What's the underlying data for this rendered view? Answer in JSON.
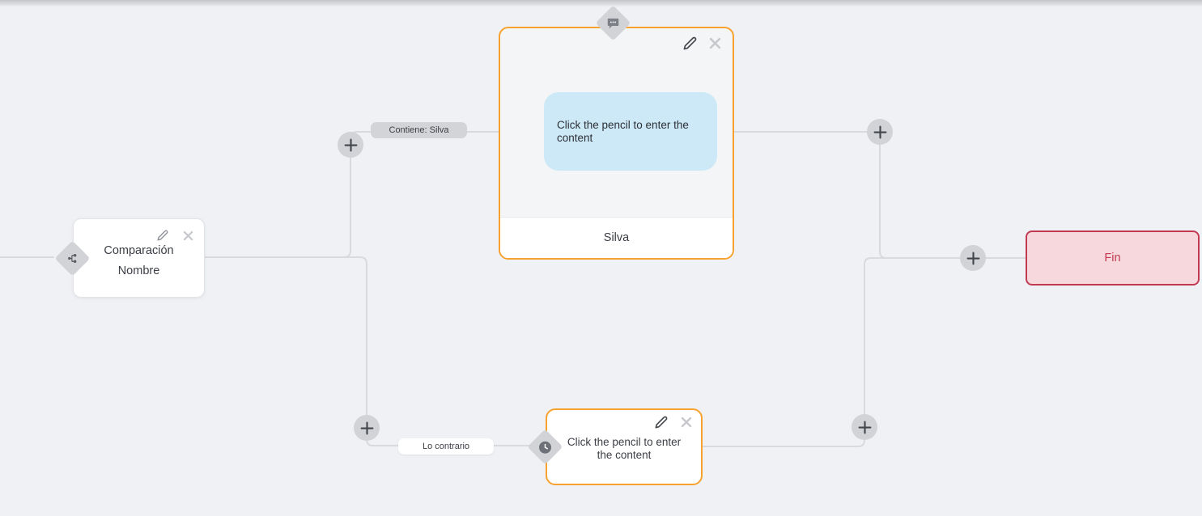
{
  "canvas": {
    "background": "#eff1f4",
    "line_color": "#d9dadd",
    "accent_orange": "#f7a22f",
    "accent_red": "#c23a52",
    "bubble_blue": "#cde9f7"
  },
  "nodes": {
    "condition": {
      "title_line1": "Comparación",
      "title_line2": "Nombre",
      "type_icon": "branch-icon"
    },
    "message": {
      "placeholder": "Click the pencil to enter the content",
      "footer": "Silva",
      "type_icon": "chat-icon"
    },
    "delay": {
      "placeholder": "Click the pencil to enter the content",
      "type_icon": "clock-icon"
    },
    "end": {
      "label": "Fin"
    }
  },
  "edge_labels": {
    "contains": "Contiene: Silva",
    "otherwise": "Lo contrario"
  }
}
